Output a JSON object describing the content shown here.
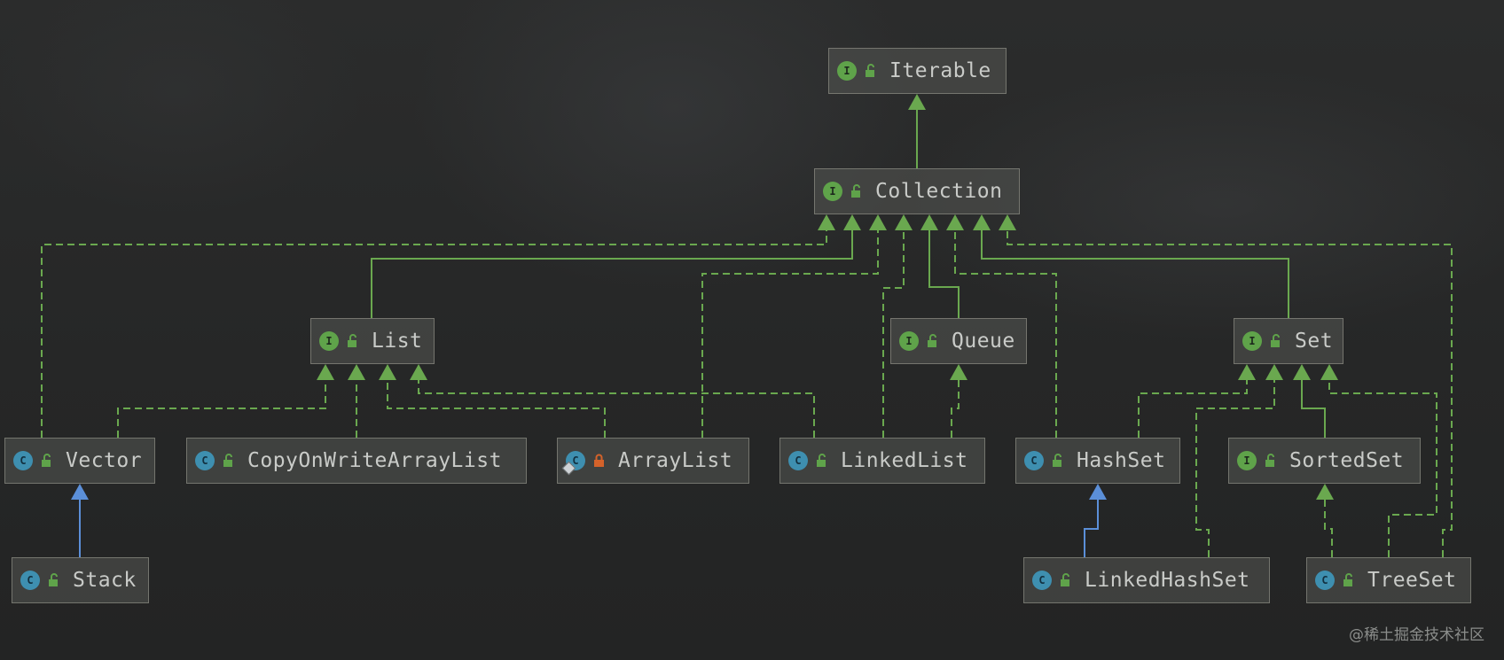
{
  "diagram": {
    "nodes": [
      {
        "id": "iterable",
        "label": "Iterable",
        "kind": "I",
        "type": "interface",
        "access": "public"
      },
      {
        "id": "collection",
        "label": "Collection",
        "kind": "I",
        "type": "interface",
        "access": "public"
      },
      {
        "id": "list",
        "label": "List",
        "kind": "I",
        "type": "interface",
        "access": "public"
      },
      {
        "id": "queue",
        "label": "Queue",
        "kind": "I",
        "type": "interface",
        "access": "public"
      },
      {
        "id": "set",
        "label": "Set",
        "kind": "I",
        "type": "interface",
        "access": "public"
      },
      {
        "id": "vector",
        "label": "Vector",
        "kind": "C",
        "type": "class",
        "access": "public"
      },
      {
        "id": "copyonwritearraylist",
        "label": "CopyOnWriteArrayList",
        "kind": "C",
        "type": "class",
        "access": "public"
      },
      {
        "id": "arraylist",
        "label": "ArrayList",
        "kind": "C",
        "type": "class",
        "access": "private-lock"
      },
      {
        "id": "linkedlist",
        "label": "LinkedList",
        "kind": "C",
        "type": "class",
        "access": "public"
      },
      {
        "id": "hashset",
        "label": "HashSet",
        "kind": "C",
        "type": "class",
        "access": "public"
      },
      {
        "id": "sortedset",
        "label": "SortedSet",
        "kind": "I",
        "type": "interface",
        "access": "public"
      },
      {
        "id": "stack",
        "label": "Stack",
        "kind": "C",
        "type": "class",
        "access": "public"
      },
      {
        "id": "linkedhashset",
        "label": "LinkedHashSet",
        "kind": "C",
        "type": "class",
        "access": "public"
      },
      {
        "id": "treeset",
        "label": "TreeSet",
        "kind": "C",
        "type": "class",
        "access": "public"
      }
    ],
    "edges": [
      {
        "from": "collection",
        "to": "iterable",
        "relation": "extends"
      },
      {
        "from": "list",
        "to": "collection",
        "relation": "extends"
      },
      {
        "from": "queue",
        "to": "collection",
        "relation": "extends"
      },
      {
        "from": "set",
        "to": "collection",
        "relation": "extends"
      },
      {
        "from": "vector",
        "to": "collection",
        "relation": "implements"
      },
      {
        "from": "arraylist",
        "to": "collection",
        "relation": "implements"
      },
      {
        "from": "linkedlist",
        "to": "collection",
        "relation": "implements"
      },
      {
        "from": "hashset",
        "to": "collection",
        "relation": "implements"
      },
      {
        "from": "treeset",
        "to": "collection",
        "relation": "implements"
      },
      {
        "from": "vector",
        "to": "list",
        "relation": "implements"
      },
      {
        "from": "copyonwritearraylist",
        "to": "list",
        "relation": "implements"
      },
      {
        "from": "arraylist",
        "to": "list",
        "relation": "implements"
      },
      {
        "from": "linkedlist",
        "to": "list",
        "relation": "implements"
      },
      {
        "from": "linkedlist",
        "to": "queue",
        "relation": "implements"
      },
      {
        "from": "hashset",
        "to": "set",
        "relation": "implements"
      },
      {
        "from": "linkedhashset",
        "to": "set",
        "relation": "implements"
      },
      {
        "from": "sortedset",
        "to": "set",
        "relation": "extends"
      },
      {
        "from": "treeset",
        "to": "set",
        "relation": "implements"
      },
      {
        "from": "treeset",
        "to": "sortedset",
        "relation": "implements"
      },
      {
        "from": "stack",
        "to": "vector",
        "relation": "class-extends"
      },
      {
        "from": "linkedhashset",
        "to": "hashset",
        "relation": "class-extends"
      }
    ]
  },
  "colors": {
    "interface_edge": "#6aa84f",
    "class_edge": "#5b8fd8",
    "interface_badge": "#5fa34a",
    "class_badge": "#3e8fb0",
    "lock_public": "#5fa34a",
    "lock_private": "#d4622a"
  },
  "watermark": "@稀土掘金技术社区"
}
